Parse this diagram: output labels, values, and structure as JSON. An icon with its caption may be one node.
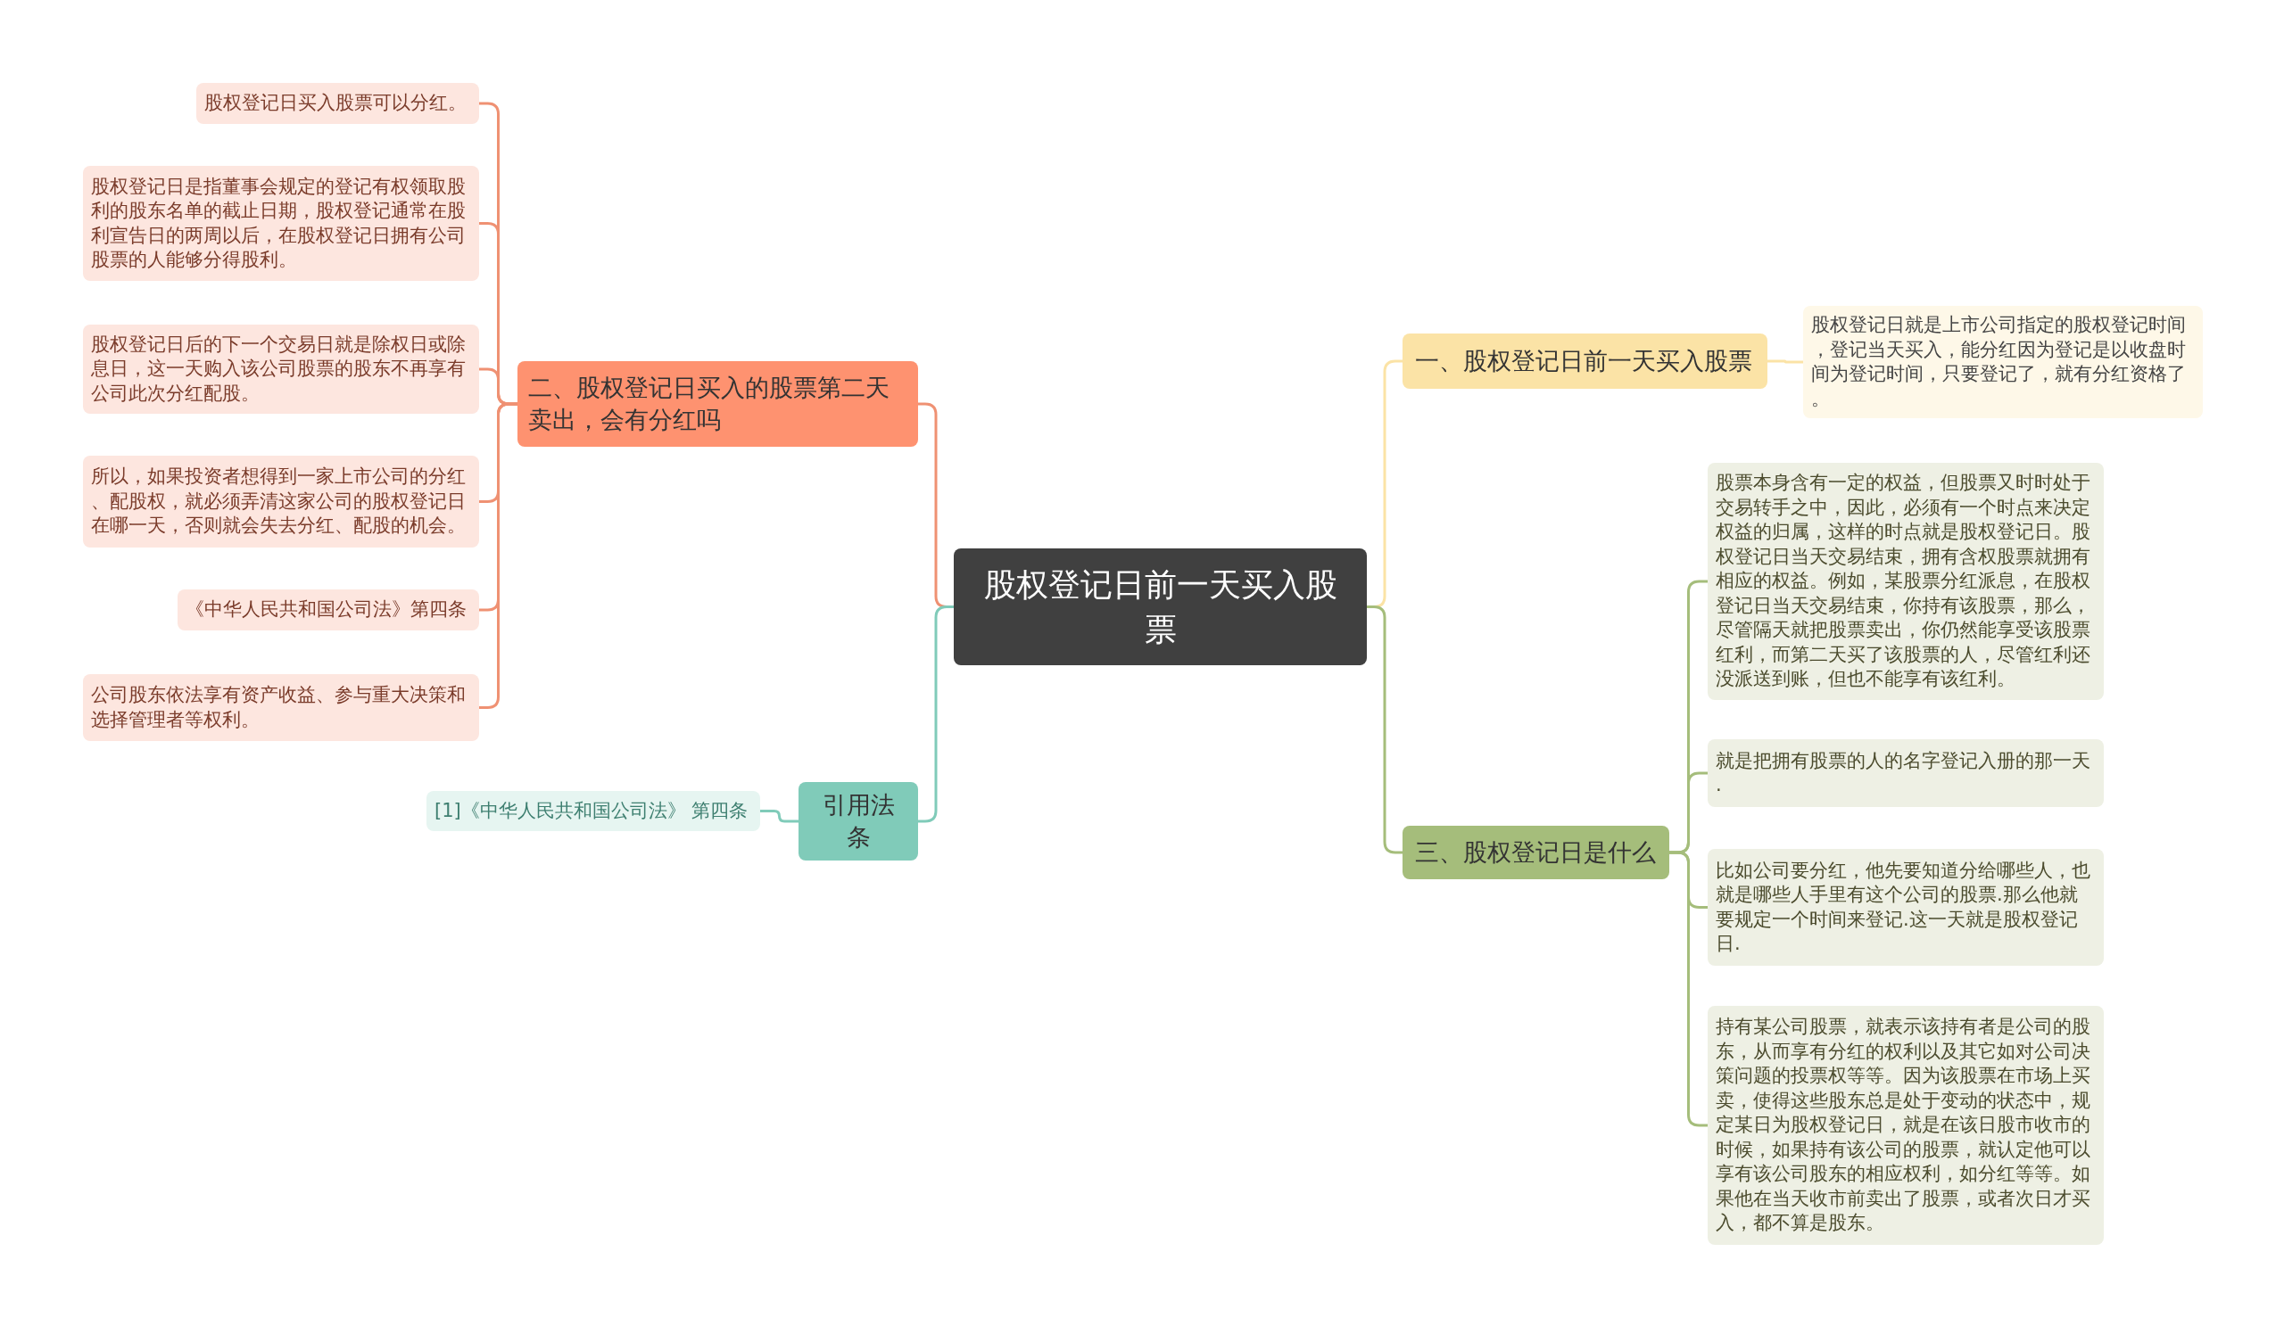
{
  "diagram": {
    "nodes": [
      {
        "text": [
          "股权登记日前一天买入股票"
        ]
      },
      {
        "text": [
          "一、股权登记日前一天买入股票"
        ]
      },
      {
        "text": [
          "股权登记日就是上市公司指定的股权登记时间，登记当天买入，能分红因为登记是以收盘时间为登记时间，只要登记了，就有分红资格了。"
        ]
      },
      {
        "text": [
          "二、股权登记日买入的股票第二天卖出，会有分红吗"
        ]
      },
      {
        "text": [
          "股权登记日买入股票可以分红。"
        ]
      },
      {
        "text": [
          "股权登记日是指董事会规定的登记有权领取股利的股东名单的截止日期，股权登记通常在股利宣告日的两周以后，在股权登记日拥有公司股票的人能够分得股利。"
        ]
      },
      {
        "text": [
          "股权登记日后的下一个交易日就是除权日或除息日，这一天购入该公司股票的股东不再享有公司此次分红配股。"
        ]
      },
      {
        "text": [
          "所以，如果投资者想得到一家上市公司的分红、配股权，就必须弄清这家公司的股权登记日在哪一天，否则就会失去分红、配股的机会。"
        ]
      },
      {
        "text": [
          "《中华人民共和国公司法》第四条"
        ]
      },
      {
        "text": [
          "公司股东依法享有资产收益、参与重大决策和选择管理者等权利。"
        ]
      },
      {
        "text": [
          "引用法条"
        ]
      },
      {
        "text": [
          "[1]《中华人民共和国公司法》 第四条"
        ]
      },
      {
        "text": [
          "三、股权登记日是什么"
        ]
      },
      {
        "text": [
          "股票本身含有一定的权益，但股票又时时处于交易转手之中，因此，必须有一个时点来决定权益的归属，这样的时点就是股权登记日。股权登记日当天交易结束，拥有含权股票就拥有相应的权益。例如，某股票分红派息，在股权登记日当天交易结束，你持有该股票，那么，尽管隔天就把股票卖出，你仍然能享受该股票红利，而第二天买了该股票的人，尽管红利还没派送到账，但也不能享有该红利。"
        ]
      },
      {
        "text": [
          "就是把拥有股票的人的名字登记入册的那一天."
        ]
      },
      {
        "text": [
          "比如公司要分红，他先要知道分给哪些人，也就是哪些人手里有这个公司的股票.那么他就要规定一个时间来登记.这一天就是股权登记日."
        ]
      },
      {
        "text": [
          "持有某公司股票，就表示该持有者是公司的股东，从而享有分红的权利以及其它如对公司决策问题的投票权等等。因为该股票在市场上买卖，使得这些股东总是处于变动的状态中，规定某日为股权登记日，就是在该日股市收市的时候，如果持有该公司的股票，就认定他可以享有该公司股东的相应权利，如分红等等。如果他在当天收市前卖出了股票，或者次日才买入，都不算是股东。"
        ]
      }
    ],
    "edges": [
      {
        "from": 0,
        "to": 1,
        "arrow": "none",
        "color": "#fbe3a6"
      },
      {
        "from": 1,
        "to": 2,
        "arrow": "none",
        "color": "#fbe3a6"
      },
      {
        "from": 0,
        "to": 3,
        "arrow": "none"
      },
      {
        "from": 3,
        "to": 4,
        "arrow": "none"
      },
      {
        "from": 3,
        "to": 5,
        "arrow": "none"
      },
      {
        "from": 3,
        "to": 6,
        "arrow": "none"
      },
      {
        "from": 3,
        "to": 7,
        "arrow": "none"
      },
      {
        "from": 3,
        "to": 8,
        "arrow": "none"
      },
      {
        "from": 3,
        "to": 9,
        "arrow": "none"
      },
      {
        "from": 0,
        "to": 10,
        "arrow": "none",
        "color": "#80cbb9"
      },
      {
        "from": 10,
        "to": 11,
        "arrow": "none",
        "color": "#80cbb9"
      },
      {
        "from": 0,
        "to": 12,
        "arrow": "none",
        "color": "#a5bd7b"
      },
      {
        "from": 12,
        "to": 13,
        "arrow": "none",
        "color": "#a5bd7b"
      },
      {
        "from": 12,
        "to": 14,
        "arrow": "none",
        "color": "#a5bd7b"
      },
      {
        "from": 12,
        "to": 15,
        "arrow": "none",
        "color": "#a5bd7b"
      },
      {
        "from": 12,
        "to": 16,
        "arrow": "none",
        "color": "#a5bd7b"
      }
    ]
  }
}
